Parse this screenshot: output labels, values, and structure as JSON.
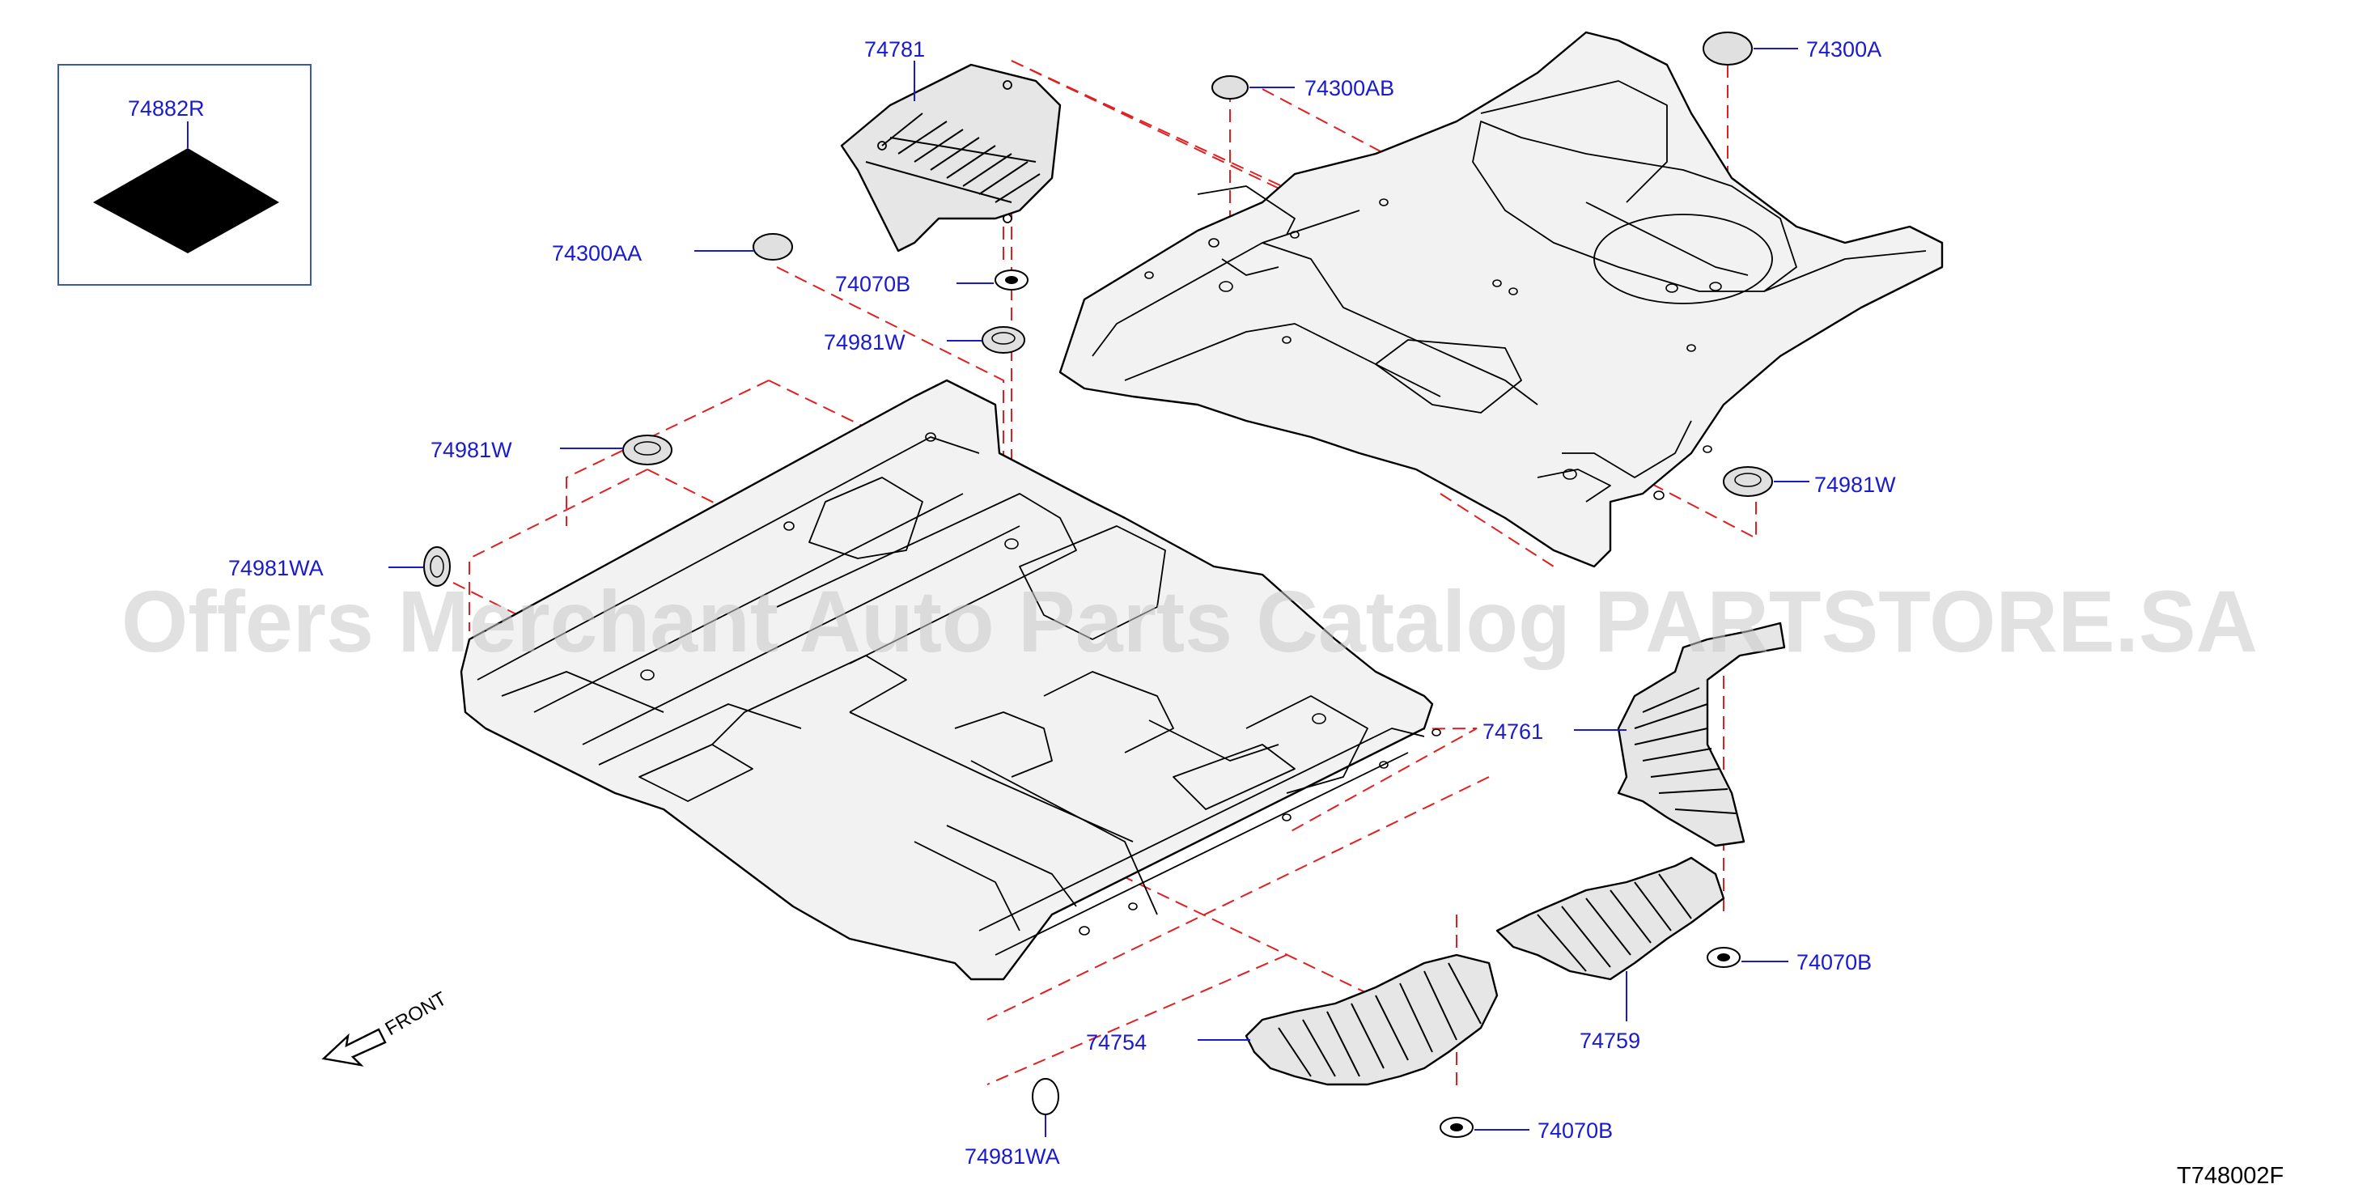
{
  "watermark": "Offers Merchant Auto Parts Catalog PARTSTORE.SA",
  "reference_code": "T748002F",
  "front_indicator": "FRONT",
  "parts": {
    "p74882R": "74882R",
    "p74781": "74781",
    "p74300AB": "74300AB",
    "p74300A": "74300A",
    "p74300AA": "74300AA",
    "p74070B_top": "74070B",
    "p74981W_top": "74981W",
    "p74981W_left": "74981W",
    "p74981W_right": "74981W",
    "p74981WA_left": "74981WA",
    "p74761": "74761",
    "p74070B_right": "74070B",
    "p74754": "74754",
    "p74759": "74759",
    "p74070B_bottom": "74070B",
    "p74981WA_bottom": "74981WA"
  },
  "colors": {
    "label_text": "#1a1ad0",
    "leader_line": "#1a1ad0",
    "dashed_line": "#e02020",
    "outline": "#000000",
    "watermark": "#c8c8c8"
  }
}
